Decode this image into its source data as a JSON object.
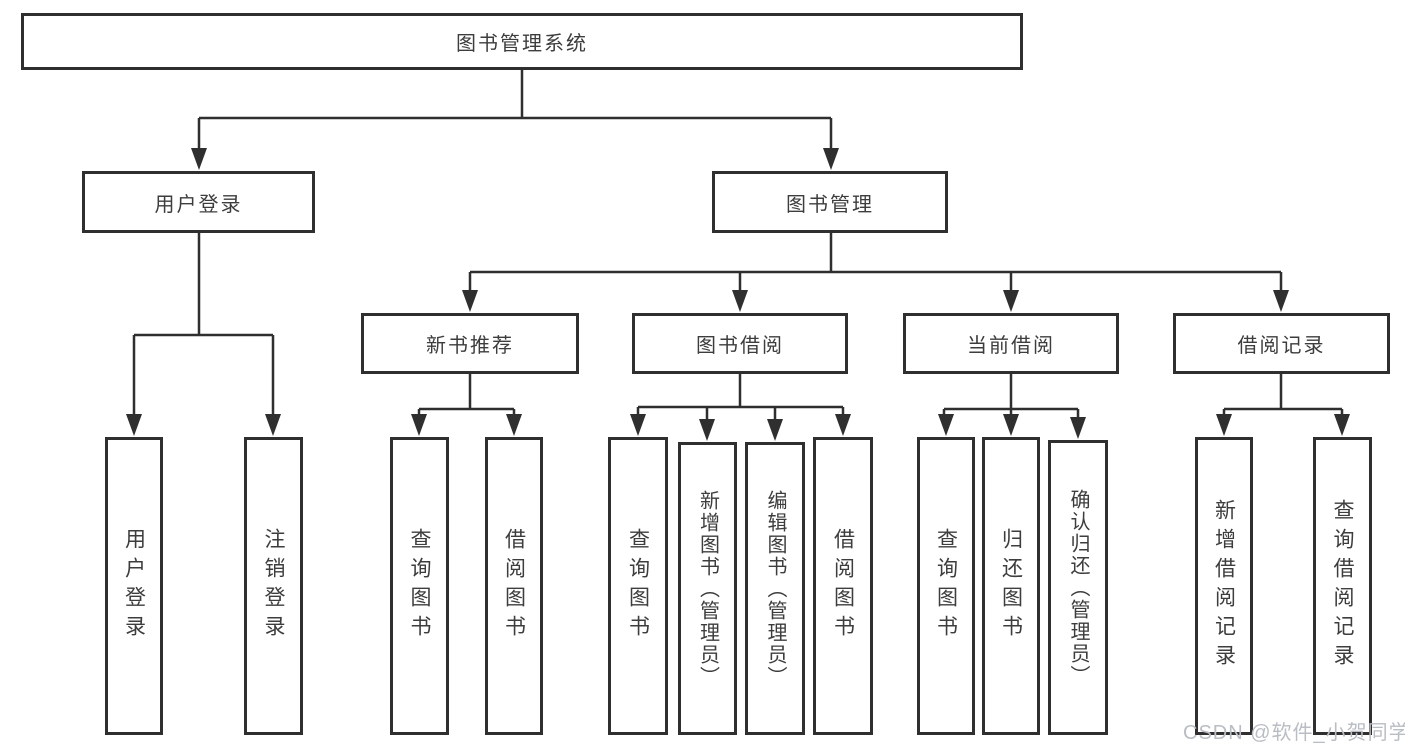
{
  "tree": {
    "root": "图书管理系统",
    "branches": [
      {
        "label": "用户登录",
        "children": [
          "用户登录",
          "注销登录"
        ]
      },
      {
        "label": "图书管理",
        "groups": [
          {
            "label": "新书推荐",
            "children": [
              "查询图书",
              "借阅图书"
            ]
          },
          {
            "label": "图书借阅",
            "children": [
              "查询图书",
              "新增图书（管理员）",
              "编辑图书（管理员）",
              "借阅图书"
            ]
          },
          {
            "label": "当前借阅",
            "children": [
              "查询图书",
              "归还图书",
              "确认归还（管理员）"
            ]
          },
          {
            "label": "借阅记录",
            "children": [
              "新增借阅记录",
              "查询借阅记录"
            ]
          }
        ]
      }
    ]
  },
  "watermark": {
    "text": "CSDN @软件_小贺同学"
  },
  "colors": {
    "line": "#2f2f2f",
    "text": "#3d3d3d",
    "bg": "#ffffff",
    "watermark": "#b9bdc4"
  }
}
